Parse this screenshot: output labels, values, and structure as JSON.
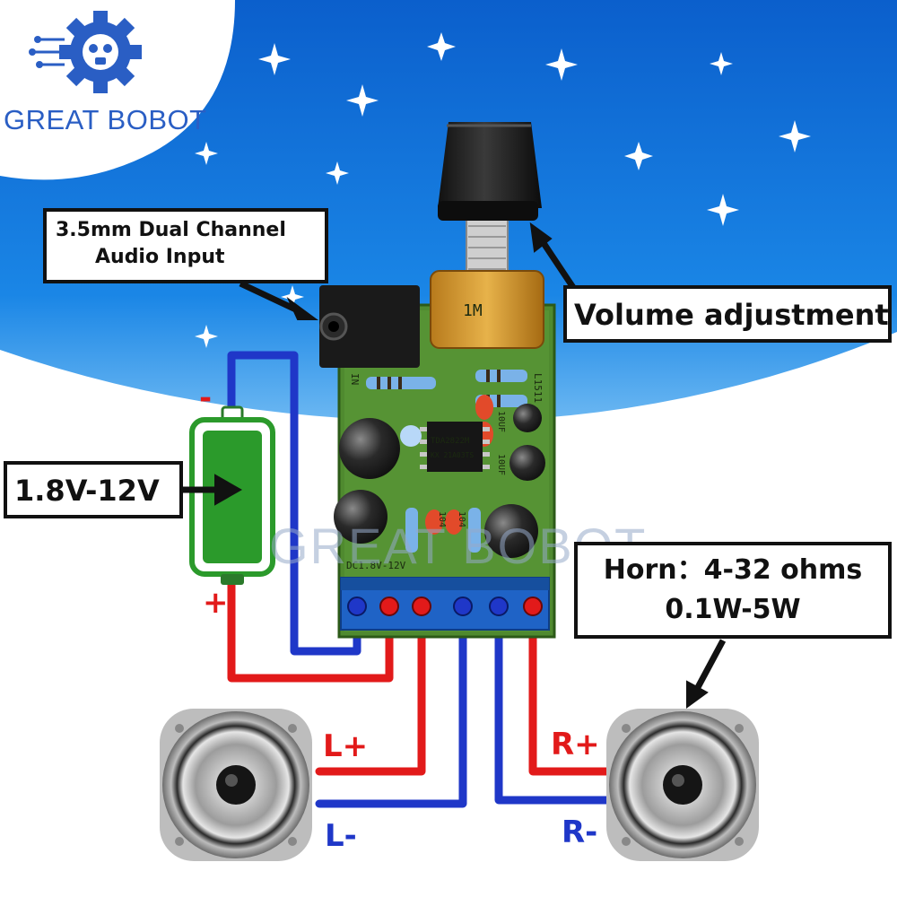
{
  "brand": {
    "name": "GREAT BOBOT",
    "watermark": "GREAT BOBOT"
  },
  "callouts": {
    "audio_input": {
      "line1": "3.5mm Dual Channel",
      "line2": "Audio Input"
    },
    "volume": "Volume adjustment",
    "voltage": "1.8V-12V",
    "horn": {
      "line1": "Horn：4-32 ohms",
      "line2": "0.1W-5W"
    }
  },
  "wire_labels": {
    "battery_minus": "-",
    "battery_plus": "+",
    "left_plus": "L+",
    "left_minus": "L-",
    "right_plus": "R+",
    "right_minus": "R-"
  },
  "board": {
    "chip_label1": "TDA2822M",
    "chip_label2": "KX 21A03TS",
    "board_id": "L1511",
    "in_label": "IN",
    "cap_label": "10UF",
    "cap_label2": "10UF",
    "cap_label3": "104",
    "cap_label4": "104",
    "power_label": "DC1.8V-12V",
    "pot_label": "1M"
  },
  "colors": {
    "positive_wire": "#e21a1a",
    "negative_wire": "#1f37c8",
    "sky": "#0f6fd8",
    "pcb": "#4f8a2f",
    "battery": "#2b9a2b",
    "brand": "#2a5ec4"
  }
}
